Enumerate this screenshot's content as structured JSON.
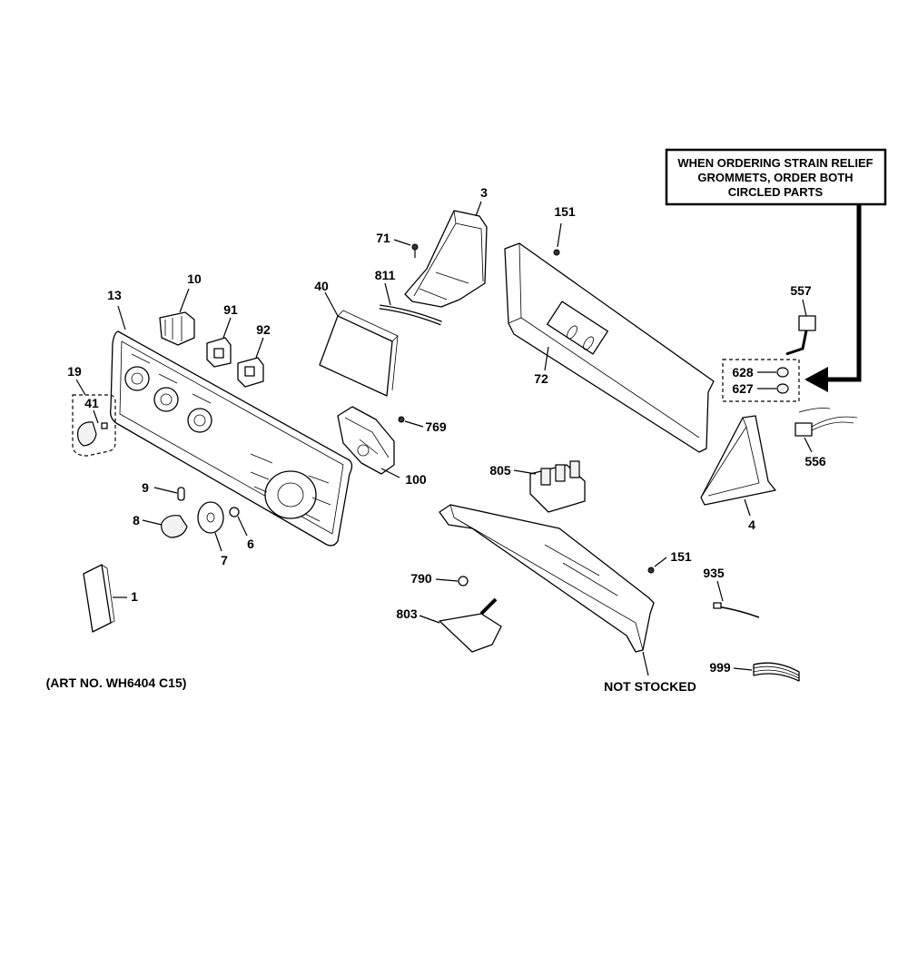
{
  "callout": {
    "line1": "WHEN ORDERING STRAIN RELIEF",
    "line2": "GROMMETS, ORDER BOTH",
    "line3": "CIRCLED PARTS"
  },
  "art_number": "(ART NO. WH6404 C15)",
  "not_stocked": "NOT STOCKED",
  "parts": {
    "p1": "1",
    "p3": "3",
    "p4": "4",
    "p6": "6",
    "p7": "7",
    "p8": "8",
    "p9": "9",
    "p10": "10",
    "p13": "13",
    "p19": "19",
    "p40": "40",
    "p41": "41",
    "p71": "71",
    "p72": "72",
    "p91": "91",
    "p92": "92",
    "p100": "100",
    "p151a": "151",
    "p151b": "151",
    "p556": "556",
    "p557": "557",
    "p627": "627",
    "p628": "628",
    "p769": "769",
    "p790": "790",
    "p803": "803",
    "p805": "805",
    "p811": "811",
    "p935": "935",
    "p999": "999"
  }
}
